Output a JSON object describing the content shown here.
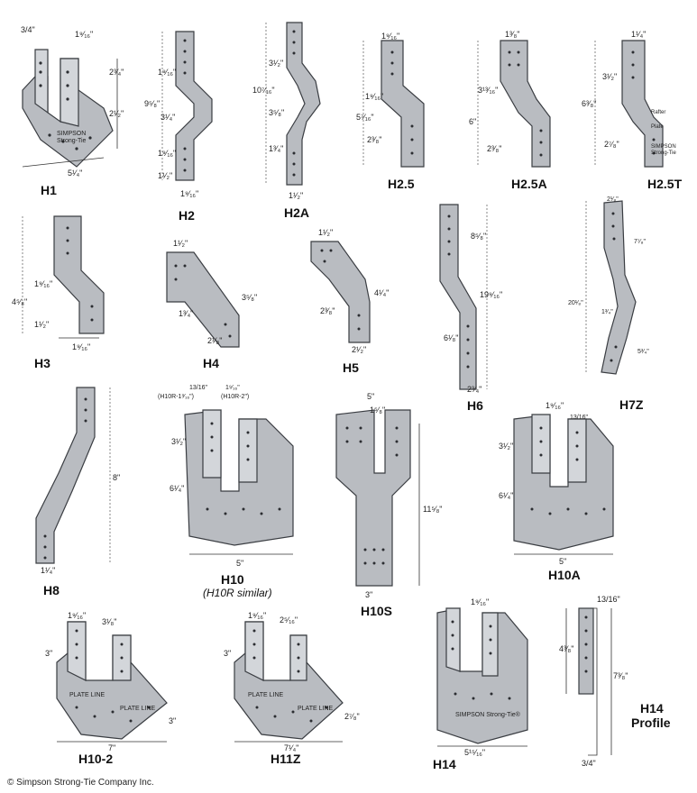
{
  "connectors": [
    {
      "label": "H1",
      "dims": [
        "3/4\"",
        "1⁹⁄₁₆\"",
        "2³⁄₄\"",
        "2¹⁄₂\"",
        "5¹⁄₄\""
      ],
      "plate_text": [
        "SIMPSON",
        "Strong-Tie"
      ]
    },
    {
      "label": "H2",
      "dims": [
        "1⁹⁄₁₆\"",
        "9⁵⁄₈\"",
        "3¹⁄₄\"",
        "1⁹⁄₁₆\"",
        "1¹⁄₂\"",
        "1⁹⁄₁₆\""
      ]
    },
    {
      "label": "H2A",
      "dims": [
        "3¹⁄₂\"",
        "10⁷⁄₁₆\"",
        "3⁵⁄₈\"",
        "1³⁄₄\"",
        "1¹⁄₂\""
      ]
    },
    {
      "label": "H2.5",
      "dims": [
        "1⁹⁄₁₆\"",
        "1⁹⁄₁₆\"",
        "5⁷⁄₁₆\"",
        "2³⁄₈\""
      ]
    },
    {
      "label": "H2.5A",
      "dims": [
        "1³⁄₈\"",
        "3¹³⁄₁₆\"",
        "6\"",
        "2³⁄₈\""
      ]
    },
    {
      "label": "H2.5T",
      "dims": [
        "1¹⁄₄\"",
        "3¹⁄₂\"",
        "6³⁄₈\"",
        "2⁷⁄₈\""
      ],
      "plate_text": [
        "Rafter",
        "Plate",
        "SIMPSON",
        "Strong-Tie"
      ]
    },
    {
      "label": "H3",
      "dims": [
        "1⁹⁄₁₆\"",
        "4⁵⁄₈\"",
        "1¹⁄₂\"",
        "1⁹⁄₁₆\""
      ]
    },
    {
      "label": "H4",
      "dims": [
        "1¹⁄₂\"",
        "3⁵⁄₈\"",
        "1³⁄₄\"",
        "2¹⁄₈\""
      ]
    },
    {
      "label": "H5",
      "dims": [
        "1¹⁄₂\"",
        "4¹⁄₄\"",
        "2³⁄₈\"",
        "2¹⁄₂\""
      ]
    },
    {
      "label": "H6",
      "dims": [
        "8⁵⁄₈\"",
        "19⁹⁄₁₆\"",
        "6¹⁄₈\"",
        "2³⁄₄\""
      ]
    },
    {
      "label": "H7Z",
      "dims": [
        "2¹⁄₈\"",
        "7⁷⁄₈\"",
        "20¹⁄₈\"",
        "1³⁄₄\"",
        "5³⁄₄\""
      ]
    },
    {
      "label": "H8",
      "dims": [
        "8\"",
        "1¹⁄₄\""
      ]
    },
    {
      "label": "H10",
      "note": "(H10R similar)",
      "dims": [
        "13/16\"",
        "(H10R-1³⁄₁₆\")",
        "1⁹⁄₁₆\"",
        "(H10R-2\")",
        "3¹⁄₂\"",
        "6¹⁄₄\"",
        "5\""
      ]
    },
    {
      "label": "H10S",
      "dims": [
        "5\"",
        "1⁵⁄₈\"",
        "11⁵⁄₈\"",
        "3\""
      ]
    },
    {
      "label": "H10A",
      "dims": [
        "1⁹⁄₁₆\"",
        "13/16\"",
        "3¹⁄₂\"",
        "6¹⁄₄\"",
        "5\""
      ]
    },
    {
      "label": "H10-2",
      "dims": [
        "1⁹⁄₁₆\"",
        "3¹⁄₈\"",
        "3\"",
        "3\"",
        "7\""
      ],
      "plate_text": [
        "PLATE LINE",
        "PLATE LINE"
      ]
    },
    {
      "label": "H11Z",
      "dims": [
        "1⁹⁄₁₆\"",
        "2⁵⁄₁₆\"",
        "3\"",
        "2⁷⁄₈\"",
        "7¹⁄₄\""
      ],
      "plate_text": [
        "PLATE LINE",
        "PLATE LINE"
      ]
    },
    {
      "label": "H14",
      "dims": [
        "1⁹⁄₁₆\"",
        "5¹⁵⁄₁₆\""
      ],
      "plate_text": [
        "SIMPSON Strong-Tie®"
      ]
    },
    {
      "label": "H14\nProfile",
      "dims": [
        "13/16\"",
        "4³⁄₈\"",
        "7³⁄₈\"",
        "3/4\""
      ]
    }
  ],
  "h14_profile_label_line1": "H14",
  "h14_profile_label_line2": "Profile",
  "copyright": "© Simpson Strong-Tie Company Inc."
}
